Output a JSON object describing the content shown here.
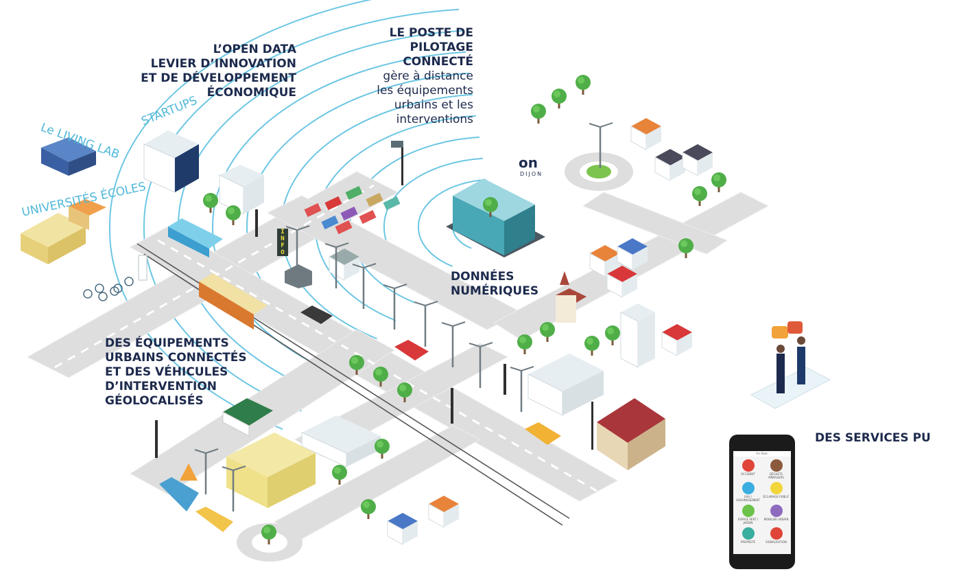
{
  "captions": {
    "open_data": "L’OPEN DATA\nLEVIER D’INNOVATION\nET DE DÉVELOPPEMENT\nÉCONOMIQUE",
    "poste_title": "LE POSTE DE\nPILOTAGE\nCONNECTÉ",
    "poste_body": "gère à distance\nles équipements\nurbains et les\ninterventions",
    "donnees": "DONNÉES\nNUMÉRIQUES",
    "equipements": "DES ÉQUIPEMENTS\nURBAINS CONNECTÉS\nET DES VÉHICULES\nD’INTERVENTION\nGÉOLOCALISÉS",
    "services": "DES SERVICES\nPUBLICS\nPERFORMANTS\nET DE NOUVEAUX\nOUTILS\nNUMÉRIQUES"
  },
  "arc_labels": {
    "living_lab": "Le LIVING LAB",
    "startups": "STARTUPS",
    "universites": "UNIVERSITÉS ÉCOLES"
  },
  "logo": {
    "mark": "on",
    "city": "DIJON"
  },
  "info_sign": [
    "I",
    "N",
    "F",
    "O"
  ],
  "phone": {
    "app_title": "On Dijon",
    "items": [
      {
        "label": "ACCIDENT",
        "color": "#e0453a"
      },
      {
        "label": "DÉCHETS MÉNAGERS",
        "color": "#8b5a3c"
      },
      {
        "label": "EAU / ASSAINISSEMENT",
        "color": "#3aaee0"
      },
      {
        "label": "ÉCLAIRAGE PUBLIC",
        "color": "#f2d53a"
      },
      {
        "label": "ESPACE VERT / JARDIN",
        "color": "#6cc24a"
      },
      {
        "label": "MOBILIER URBAIN",
        "color": "#8e6bbf"
      },
      {
        "label": "PROPRETÉ",
        "color": "#3aaea0"
      },
      {
        "label": "SIGNALISATION",
        "color": "#e0453a"
      }
    ]
  },
  "colors": {
    "text": "#1d2a4d",
    "arc": "#5cc0e0",
    "road": "#d9d9d9"
  }
}
